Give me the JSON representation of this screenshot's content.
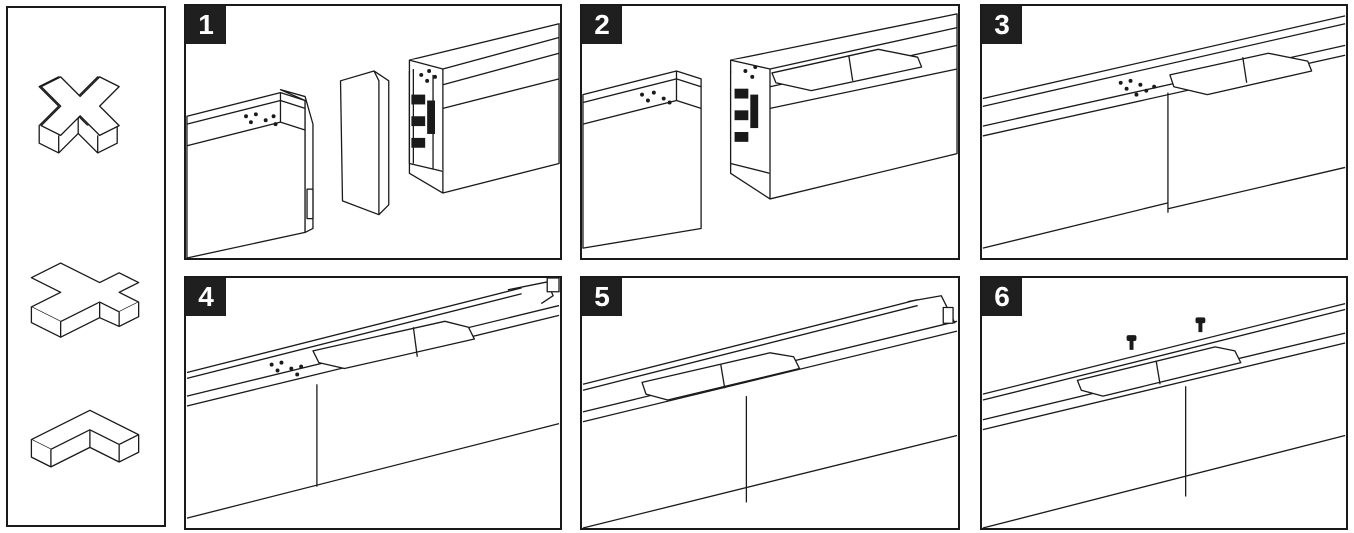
{
  "sidebar": {
    "shapes": [
      {
        "icon": "cross-connector-icon"
      },
      {
        "icon": "tee-connector-icon"
      },
      {
        "icon": "corner-connector-icon"
      }
    ]
  },
  "steps": [
    {
      "number": "1",
      "icon": "profile-endcap-separated-icon"
    },
    {
      "number": "2",
      "icon": "profile-endcap-removed-icon"
    },
    {
      "number": "3",
      "icon": "profiles-joined-icon"
    },
    {
      "number": "4",
      "icon": "connector-plate-slid-icon"
    },
    {
      "number": "5",
      "icon": "connector-plate-centered-icon"
    },
    {
      "number": "6",
      "icon": "screws-fastened-icon"
    }
  ],
  "colors": {
    "line": "#1a1a1a",
    "badge": "#1f1f1f",
    "background": "#ffffff"
  }
}
